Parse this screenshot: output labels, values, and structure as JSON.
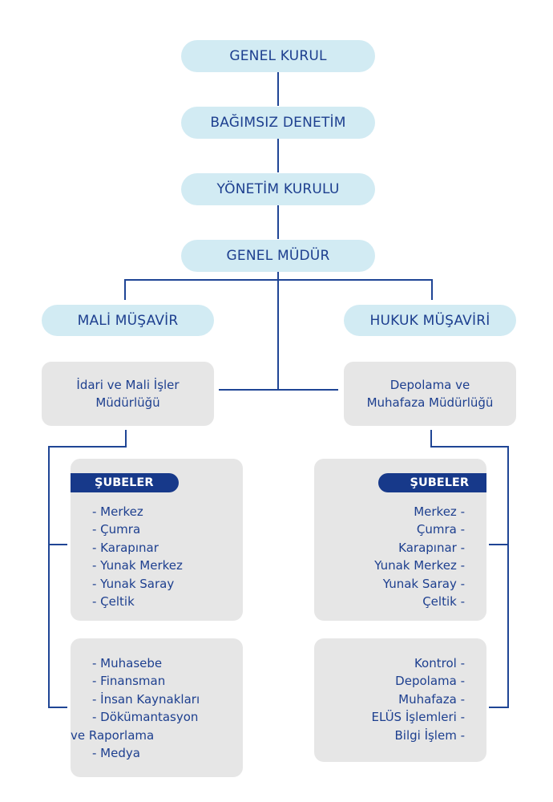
{
  "colors": {
    "accent": "#1f4595",
    "pill_bg": "#d2ebf3",
    "box_bg": "#e6e6e6",
    "tag_bg": "#17398a",
    "text": "#1d3f8f"
  },
  "nodes": {
    "genel_kurul": "GENEL KURUL",
    "bagimsiz_denetim": "BAĞIMSIZ DENETİM",
    "yonetim_kurulu": "YÖNETİM KURULU",
    "genel_mudur": "GENEL MÜDÜR",
    "mali_musavir": "MALİ MÜŞAVİR",
    "hukuk_musaviri": "HUKUK MÜŞAVİRİ",
    "idari_mali": {
      "line1": "İdari ve Mali İşler",
      "line2": "Müdürlüğü"
    },
    "depolama_muhafaza": {
      "line1": "Depolama ve",
      "line2": "Muhafaza Müdürlüğü"
    }
  },
  "left": {
    "branches_title": "ŞUBELER",
    "branches": [
      "- Merkez",
      "- Çumra",
      "- Karapınar",
      "- Yunak Merkez",
      "- Yunak Saray",
      "- Çeltik"
    ],
    "departments": [
      "- Muhasebe",
      "- Finansman",
      "- İnsan Kaynakları",
      "- Dökümantasyon",
      "ve Raporlama",
      "- Medya"
    ]
  },
  "right": {
    "branches_title": "ŞUBELER",
    "branches": [
      "Merkez -",
      "Çumra -",
      "Karapınar -",
      "Yunak Merkez -",
      "Yunak Saray -",
      "Çeltik -"
    ],
    "departments": [
      "Kontrol -",
      "Depolama -",
      "Muhafaza -",
      "ELÜS İşlemleri -",
      "Bilgi İşlem -"
    ]
  }
}
